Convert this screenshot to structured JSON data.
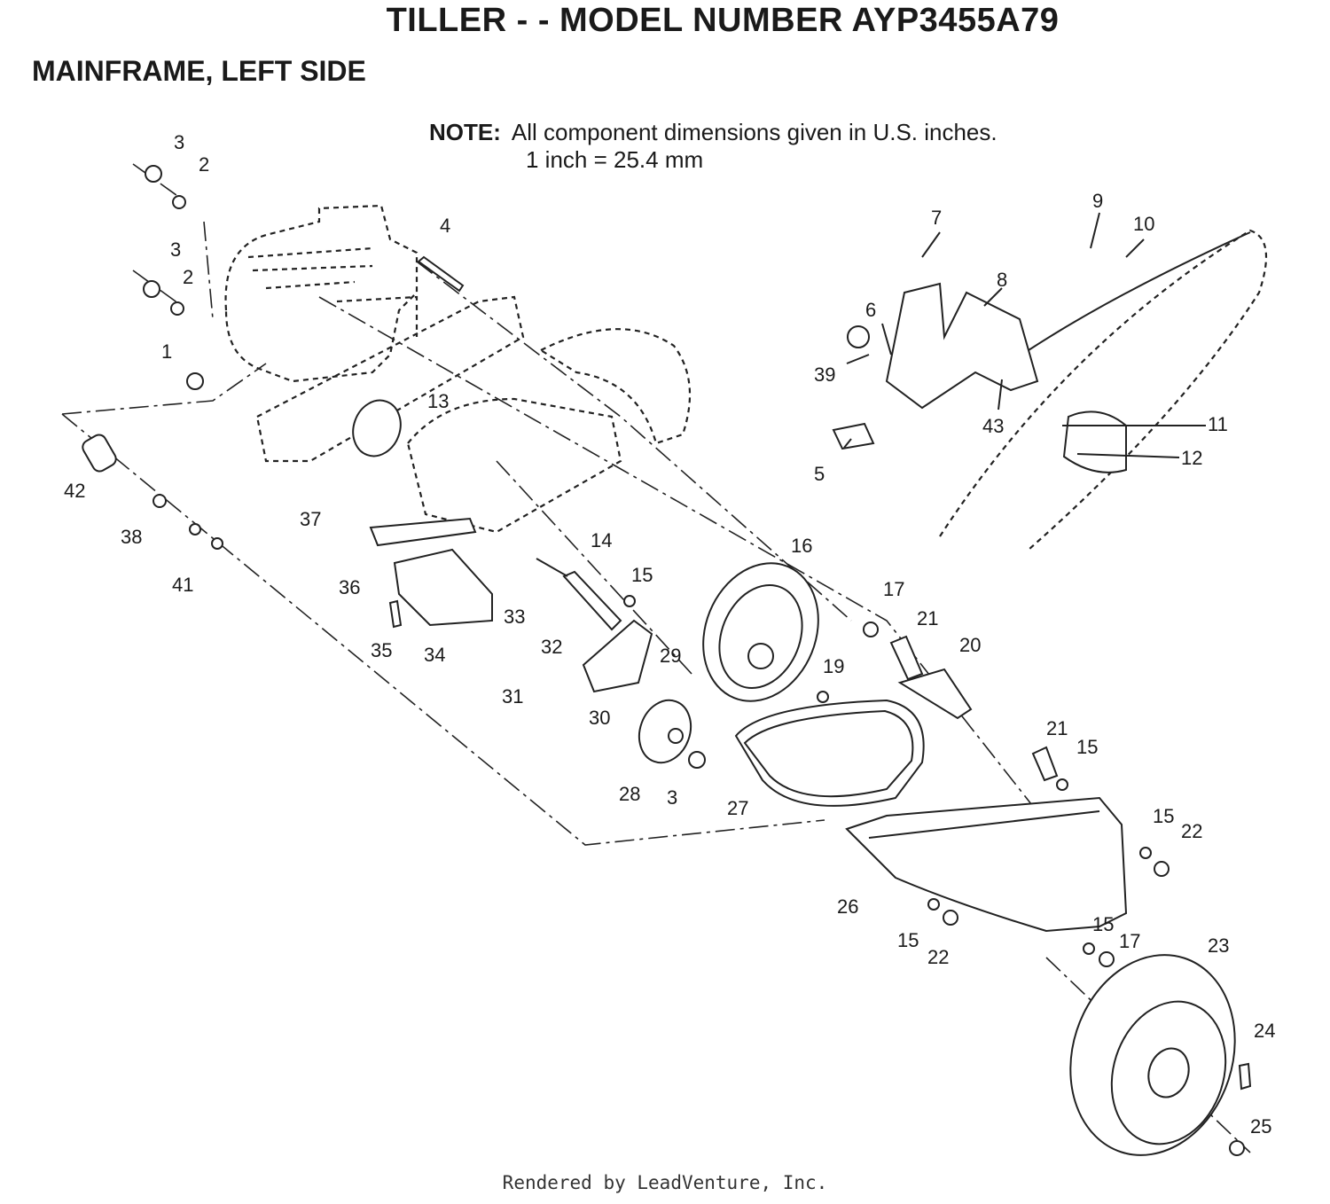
{
  "title": "TILLER - - MODEL NUMBER AYP3455A79",
  "section": "MAINFRAME, LEFT SIDE",
  "note": {
    "label": "NOTE:",
    "line1": "All component dimensions given in U.S. inches.",
    "line2": "1 inch = 25.4 mm"
  },
  "footer": "Rendered by LeadVenture, Inc.",
  "callouts": [
    "3",
    "2",
    "3",
    "2",
    "1",
    "4",
    "13",
    "37",
    "42",
    "38",
    "41",
    "36",
    "35",
    "34",
    "33",
    "32",
    "31",
    "30",
    "29",
    "14",
    "15",
    "16",
    "17",
    "21",
    "20",
    "19",
    "28",
    "3",
    "27",
    "21",
    "15",
    "15",
    "22",
    "26",
    "15",
    "22",
    "15",
    "17",
    "23",
    "24",
    "25",
    "7",
    "9",
    "10",
    "8",
    "6",
    "39",
    "43",
    "11",
    "12",
    "5"
  ]
}
